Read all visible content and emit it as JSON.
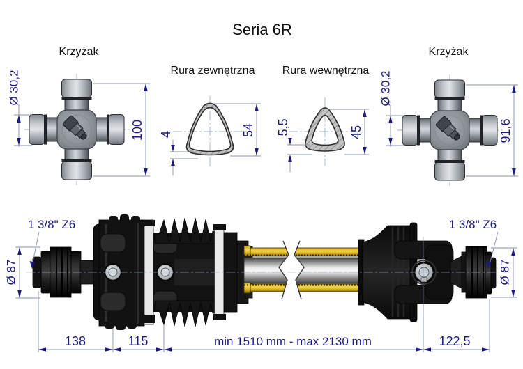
{
  "title": "Seria 6R",
  "colors": {
    "dimension_text": "#1b1b7e",
    "dimension_line": "#8a93b0",
    "centerline": "#9fb0cf",
    "guard_yellow": "#e8c32a",
    "metal_gray": "#9aa0a7",
    "guard_black": "#121212"
  },
  "top": {
    "cross_left": {
      "label": "Krzyżak",
      "diameter": "Ø 30,2",
      "height": "100"
    },
    "outer_tube": {
      "label": "Rura zewnętrzna",
      "wall": "4",
      "size": "54"
    },
    "inner_tube": {
      "label": "Rura wewnętrzna",
      "wall": "5,5",
      "size": "45"
    },
    "cross_right": {
      "label": "Krzyżak",
      "diameter": "Ø 30,2",
      "height": "91,6"
    }
  },
  "shaft": {
    "spline_left": "1 3/8\" Z6",
    "spline_right": "1 3/8\" Z6",
    "diameter_left": "Ø 87",
    "diameter_right": "Ø 87",
    "length_left": "138",
    "joint_spacing": "115",
    "length_range": "min 1510 mm - max 2130 mm",
    "length_right": "122,5"
  }
}
